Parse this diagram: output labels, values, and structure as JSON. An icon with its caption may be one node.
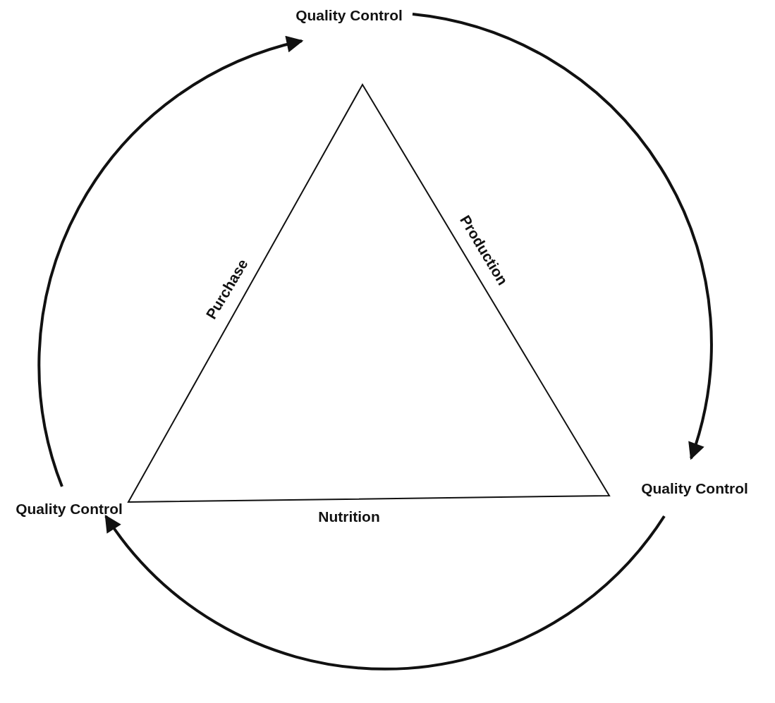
{
  "diagram": {
    "nodes": [
      {
        "text": [
          "Quality Control"
        ]
      },
      {
        "text": [
          "Quality Control"
        ]
      },
      {
        "text": [
          "Quality Control"
        ]
      }
    ],
    "edges": [
      {
        "from": 0,
        "to": 1,
        "arrow": "to"
      },
      {
        "from": 1,
        "to": 2,
        "arrow": "to"
      },
      {
        "from": 2,
        "to": 0,
        "arrow": "to"
      }
    ],
    "labels": [
      "Purchase",
      "Production",
      "Nutrition"
    ]
  }
}
